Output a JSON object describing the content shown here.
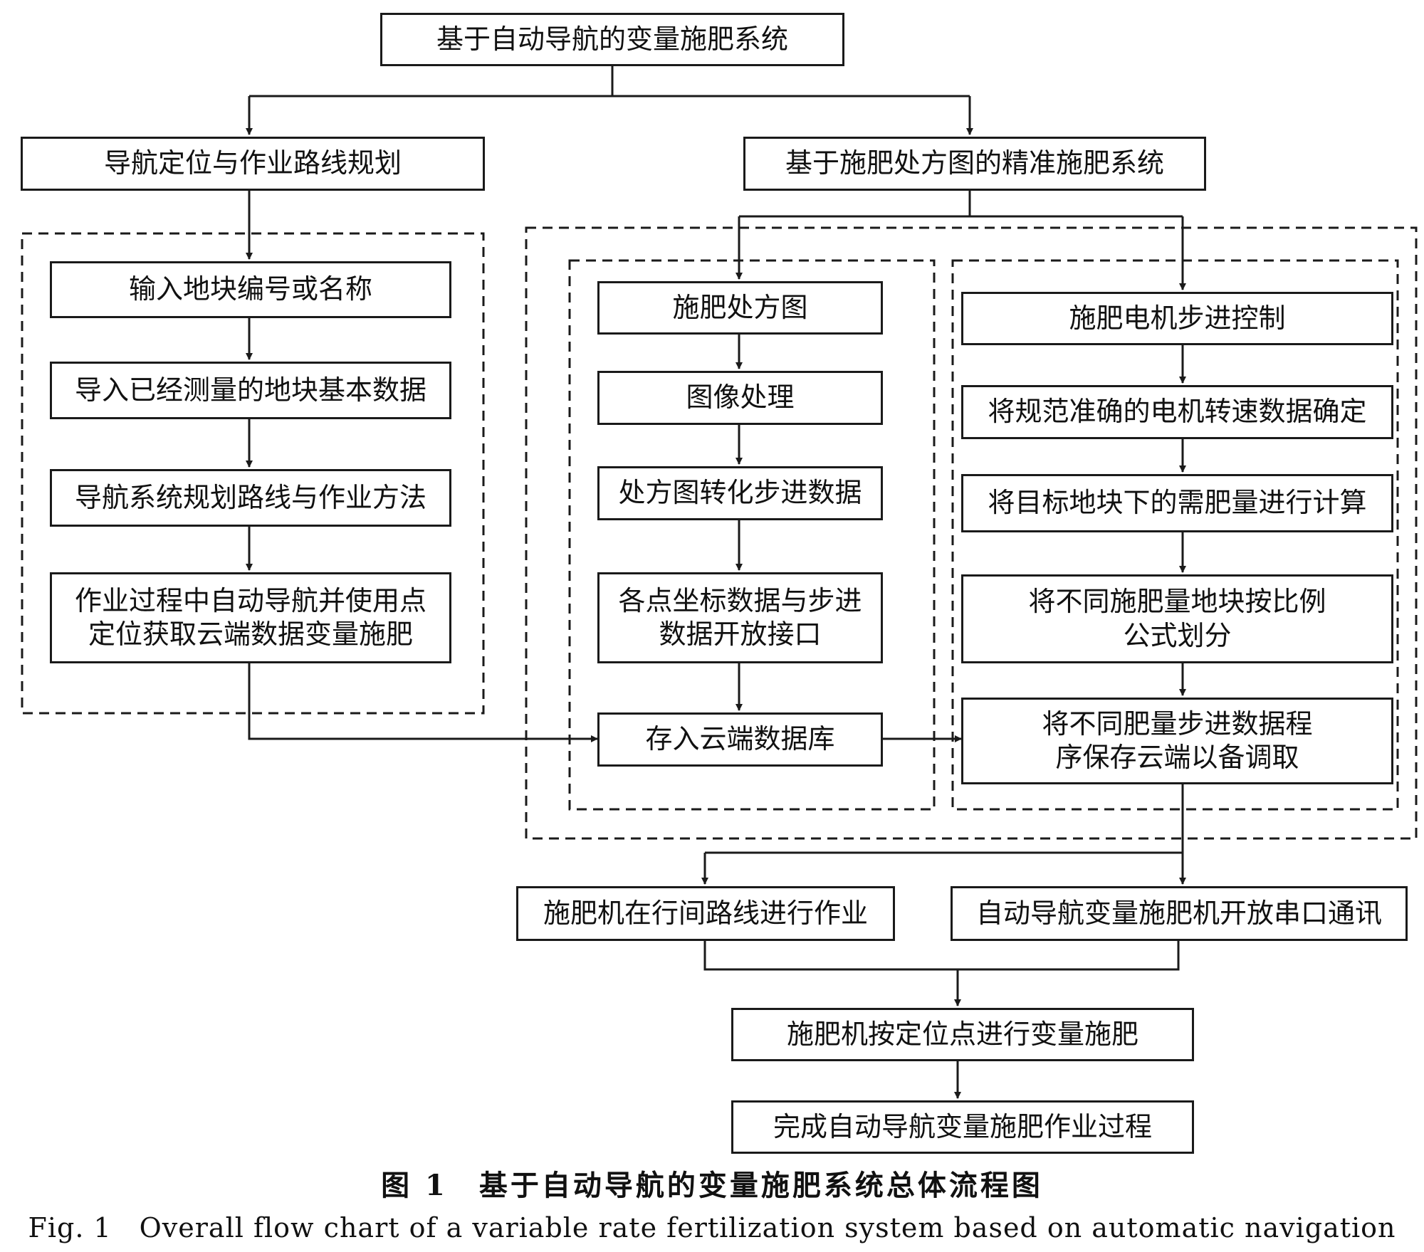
{
  "nodes": {
    "root": "基于自动导航的变量施肥系统",
    "nav_planning": "导航定位与作业路线规划",
    "precision_system": "基于施肥处方图的精准施肥系统",
    "input_plot": "输入地块编号或名称",
    "import_data": "导入已经测量的地块基本数据",
    "plan_route": "导航系统规划路线与作业方法",
    "auto_nav": "作业过程中自动导航并使用点\n定位获取云端数据变量施肥",
    "prescription_map": "施肥处方图",
    "image_processing": "图像处理",
    "convert_step": "处方图转化步进数据",
    "coord_interface": "各点坐标数据与步进\n数据开放接口",
    "cloud_db": "存入云端数据库",
    "motor_control": "施肥电机步进控制",
    "motor_speed": "将规范准确的电机转速数据确定",
    "calc_fert": "将目标地块下的需肥量进行计算",
    "divide_plots": "将不同施肥量地块按比例\n公式划分",
    "save_cloud": "将不同肥量步进数据程\n序保存云端以备调取",
    "row_operation": "施肥机在行间路线进行作业",
    "serial_comm": "自动导航变量施肥机开放串口通讯",
    "variable_fert": "施肥机按定位点进行变量施肥",
    "complete": "完成自动导航变量施肥作业过程"
  },
  "caption": {
    "cn": "图 1　基于自动导航的变量施肥系统总体流程图",
    "en": "Fig. 1　Overall flow chart of a variable rate fertilization system based on automatic navigation"
  }
}
